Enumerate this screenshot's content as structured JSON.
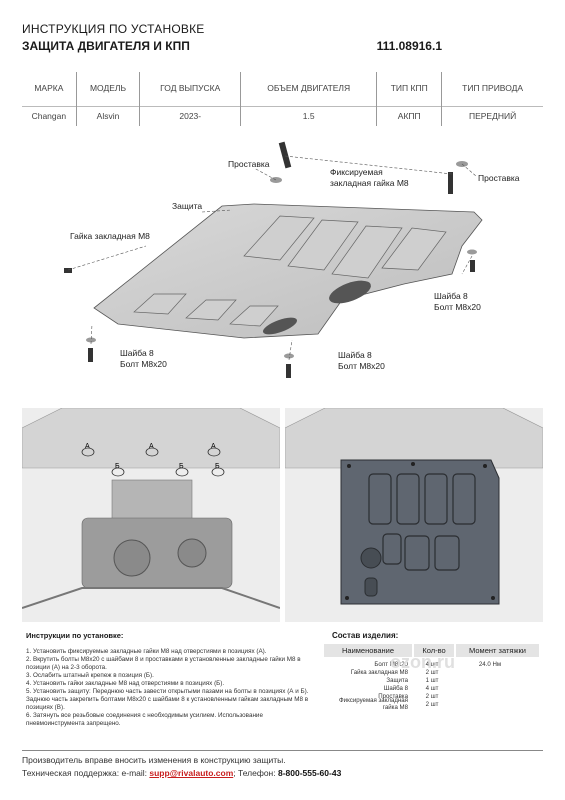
{
  "header": {
    "line1": "ИНСТРУКЦИЯ ПО УСТАНОВКЕ",
    "title": "ЗАЩИТА ДВИГАТЕЛЯ И КПП",
    "code": "111.08916.1"
  },
  "spec_table": {
    "columns": [
      "МАРКА",
      "МОДЕЛЬ",
      "ГОД ВЫПУСКА",
      "ОБЪЕМ ДВИГАТЕЛЯ",
      "ТИП КПП",
      "ТИП ПРИВОДА"
    ],
    "row": [
      "Changan",
      "Alsvin",
      "2023-",
      "1.5",
      "АКПП",
      "ПЕРЕДНИЙ"
    ]
  },
  "diagram": {
    "labels": {
      "spacer_top": "Проставка",
      "fixed_nut_1": "Фиксируемая",
      "fixed_nut_2": "закладная гайка М8",
      "spacer_right": "Проставка",
      "protection": "Защита",
      "nut_m8": "Гайка закладная М8",
      "washer_right": "Шайба 8",
      "bolt_right": "Болт М8х20",
      "washer_left": "Шайба 8",
      "bolt_left": "Болт М8х20",
      "washer_mid": "Шайба 8",
      "bolt_mid": "Болт М8х20"
    }
  },
  "photos": {
    "markers": [
      "A",
      "A",
      "A",
      "Б",
      "Б",
      "Б"
    ]
  },
  "instructions": {
    "title": "Инструкции по установке:",
    "steps": [
      "1. Установить фиксируемые закладные гайки М8 над отверстиями в позициях (А).",
      "2. Вкрутить болты М8х20 с шайбами 8 и проставками в установленные закладные гайки М8 в позиции (А) на 2-3 оборота.",
      "3. Ослабить штатный крепеж в позиция (Б).",
      "4. Установить гайки закладные М8 над отверстиями в позициях (Б).",
      "5. Установить защиту: Переднюю часть завести открытыми пазами на болты в позициях (А и Б). Заднюю часть закрепить болтами М8х20 с шайбами 8 к установленным гайкам закладным М8 в позициях (В).",
      "6. Затянуть все резьбовые соединения с необходимым усилием. Использование пневмоинструмента запрещено."
    ]
  },
  "composition": {
    "title": "Состав изделия:",
    "headers": [
      "Наименование",
      "Кол-во",
      "Момент затяжки"
    ],
    "items": [
      {
        "name": "Болт М8х20",
        "qty": "4 шт",
        "torque": "24.0 Нм"
      },
      {
        "name": "Гайка закладная М8",
        "qty": "2 шт",
        "torque": ""
      },
      {
        "name": "Защита",
        "qty": "1 шт",
        "torque": ""
      },
      {
        "name": "Шайба 8",
        "qty": "4 шт",
        "torque": ""
      },
      {
        "name": "Проставка",
        "qty": "2 шт",
        "torque": ""
      },
      {
        "name": "Фиксируемая закладная гайка М8",
        "qty": "2 шт",
        "torque": ""
      }
    ]
  },
  "footer": {
    "note": "Производитель вправе вносить изменения в конструкцию защиты.",
    "support_prefix": "Техническая поддержка:  e-mail: ",
    "email": "supp@rivalauto.com",
    "phone_prefix": "; Телефон: ",
    "phone": "8-800-555-60-43"
  },
  "watermark": "ozon.ru"
}
